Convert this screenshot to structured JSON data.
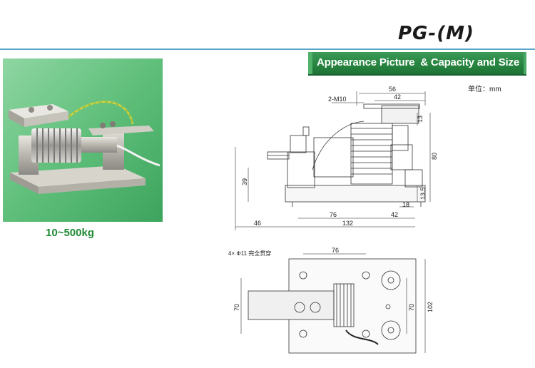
{
  "header": {
    "model_title": "PG-(M)",
    "section_banner": "Appearance Picture  & Capacity and Size",
    "unit_label": "单位：mm"
  },
  "product": {
    "capacity_range": "10~500kg"
  },
  "side_view": {
    "dim_56": "56",
    "dim_42_top": "42",
    "dim_thread": "2-M10",
    "dim_13": "13",
    "dim_80": "80",
    "dim_39": "39",
    "dim_13_5": "13.5",
    "dim_18": "18",
    "dim_76": "76",
    "dim_42_bottom": "42",
    "dim_46": "46",
    "dim_132": "132"
  },
  "top_view": {
    "hole_note": "4× Φ11 完全贯穿",
    "dim_76": "76",
    "dim_70_left": "70",
    "dim_70_right": "70",
    "dim_102": "102"
  },
  "colors": {
    "banner_green": "#27853f",
    "capacity_green": "#1e8a35",
    "rule_blue": "#5aa6c9",
    "photo_bg_green": "#5fbf7a"
  }
}
